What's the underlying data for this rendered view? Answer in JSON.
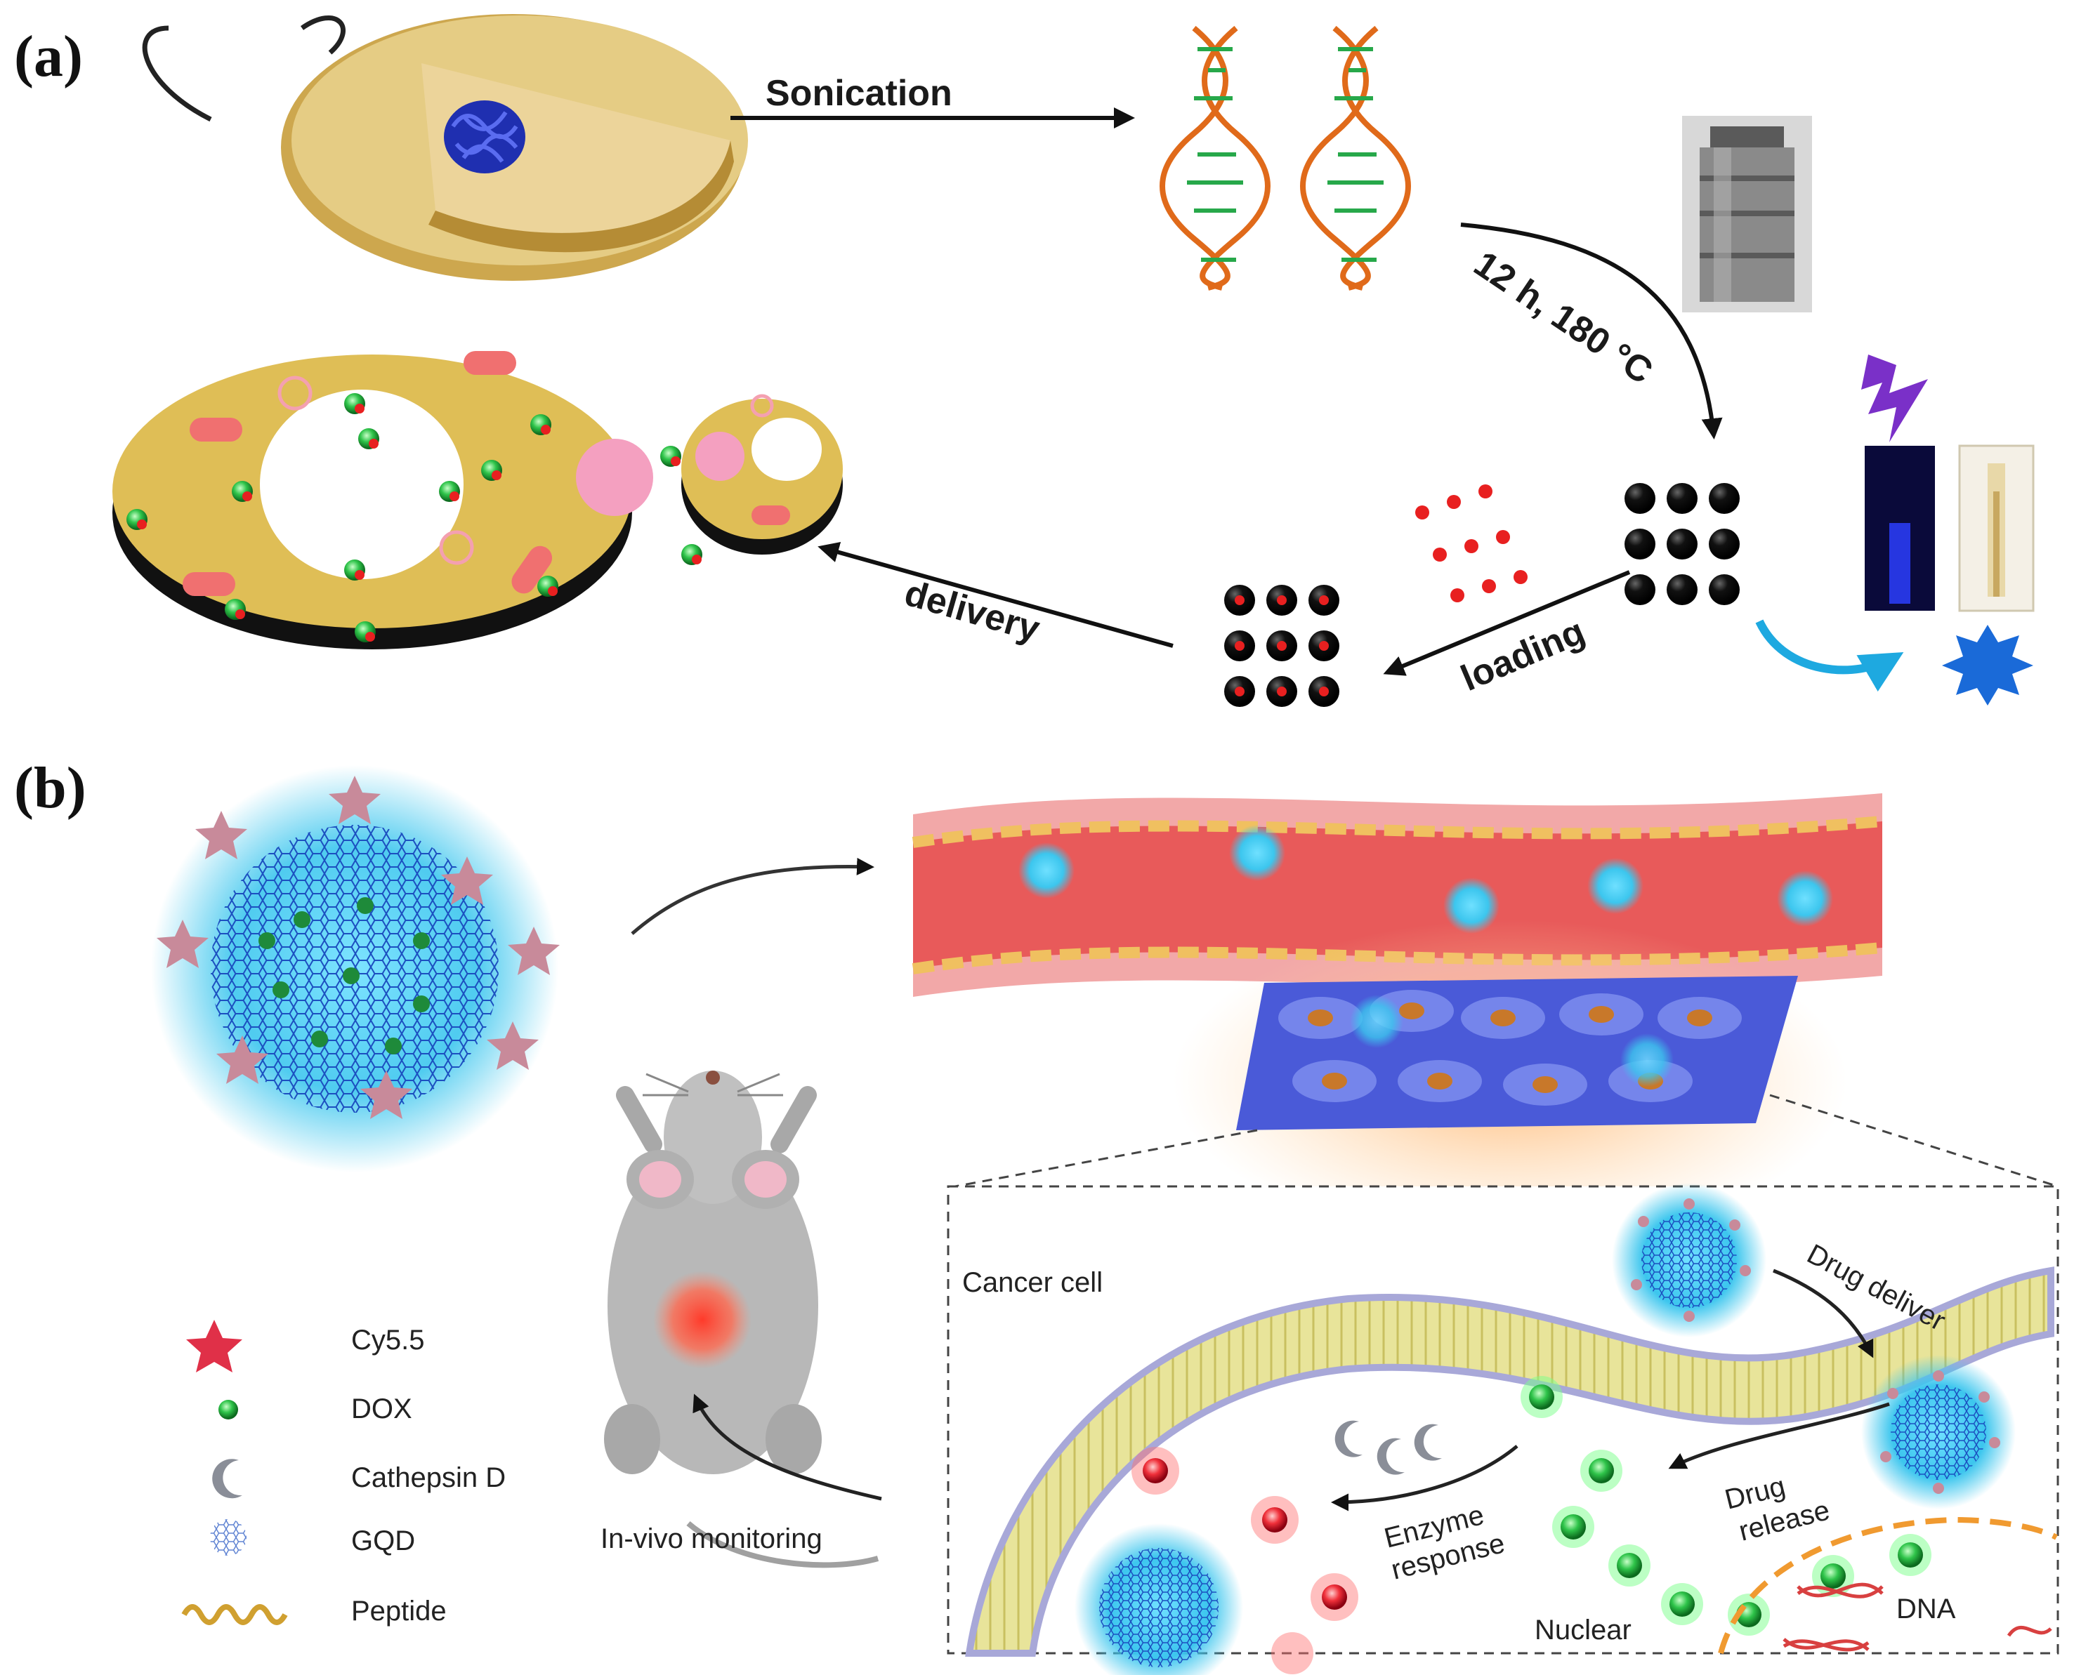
{
  "panels": {
    "a": {
      "label": "(a)"
    },
    "b": {
      "label": "(b)"
    }
  },
  "panel_a": {
    "sonication": "Sonication",
    "hydrothermal": "12 h, 180 °C",
    "loading": "loading",
    "delivery": "delivery"
  },
  "panel_b": {
    "cancer_cell": "Cancer cell",
    "drug_deliver": "Drug deliver",
    "drug_release_line1": "Drug",
    "drug_release_line2": "release",
    "enzyme_response_line1": "Enzyme",
    "enzyme_response_line2": "response",
    "nuclear": "Nuclear",
    "dna": "DNA",
    "in_vivo": "In-vivo monitoring",
    "legend": [
      {
        "label": "Cy5.5",
        "icon": "star-icon"
      },
      {
        "label": "DOX",
        "icon": "green-dot-icon"
      },
      {
        "label": "Cathepsin D",
        "icon": "crescent-icon"
      },
      {
        "label": "GQD",
        "icon": "lattice-disc-icon"
      },
      {
        "label": "Peptide",
        "icon": "wave-icon"
      }
    ]
  },
  "colors": {
    "cell_wall": "#e3c76e",
    "vessel": "#e85a5a",
    "gqd_glow": "#38c8ec",
    "dox": "#2fc44a",
    "cy55": "#e0506a",
    "arrow_blue": "#1ea9e0"
  }
}
